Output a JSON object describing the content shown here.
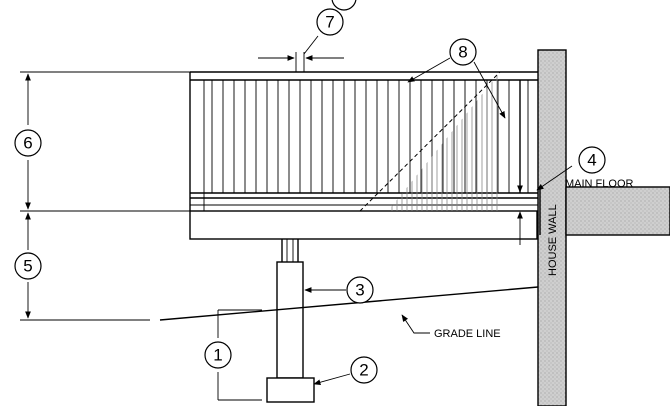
{
  "colors": {
    "wall_fill": "#c9c9c9",
    "line": "#000000",
    "hatch": "#888888"
  },
  "callouts": {
    "n1": "1",
    "n2": "2",
    "n3": "3",
    "n4": "4",
    "n5": "5",
    "n6": "6",
    "n7": "7",
    "n8": "8"
  },
  "labels": {
    "main_floor": "MAIN FLOOR",
    "house_wall": "HOUSE WALL",
    "grade_line": "GRADE LINE"
  }
}
